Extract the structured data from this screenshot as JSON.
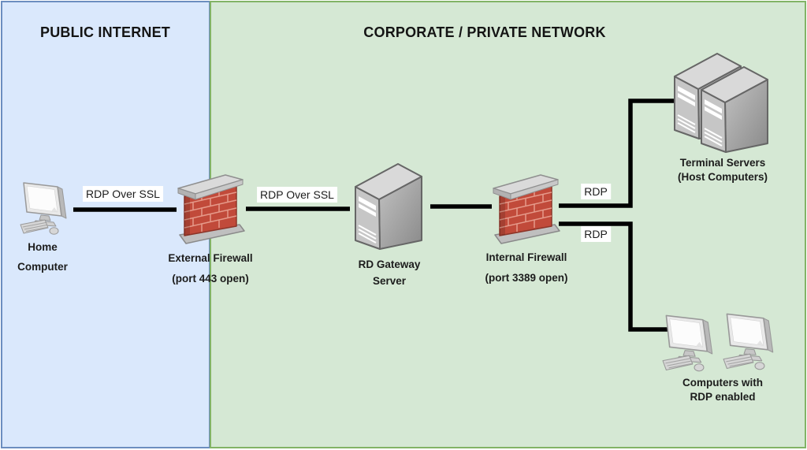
{
  "regions": {
    "public_internet": {
      "title": "PUBLIC INTERNET",
      "fill": "#dae8fc",
      "stroke": "#6c8ebf"
    },
    "corporate_network": {
      "title": "CORPORATE / PRIVATE NETWORK",
      "fill": "#d5e8d4",
      "stroke": "#82b366"
    }
  },
  "nodes": {
    "home_computer": {
      "label1": "Home",
      "label2": "Computer",
      "icon": "desktop-computer-icon"
    },
    "external_firewall": {
      "label1": "External Firewall",
      "label2": "(port 443 open)",
      "icon": "firewall-brick-wall-icon"
    },
    "rd_gateway_server": {
      "label1": "RD Gateway",
      "label2": "Server",
      "icon": "server-tower-icon"
    },
    "internal_firewall": {
      "label1": "Internal Firewall",
      "label2": "(port 3389 open)",
      "icon": "firewall-brick-wall-icon"
    },
    "terminal_servers": {
      "label1": "Terminal Servers",
      "label2": "(Host Computers)",
      "icon": "dual-server-towers-icon"
    },
    "rdp_computers": {
      "label1": "Computers with",
      "label2": "RDP enabled",
      "icon": "dual-desktop-computers-icon"
    }
  },
  "edges": {
    "home_to_external_firewall": {
      "label": "RDP Over SSL"
    },
    "external_firewall_to_rd_gateway": {
      "label": "RDP Over SSL"
    },
    "rd_gateway_to_internal_firewall": {
      "label": ""
    },
    "internal_firewall_to_terminal_servers": {
      "label": "RDP"
    },
    "internal_firewall_to_rdp_computers": {
      "label": "RDP"
    }
  },
  "colors": {
    "edge_line": "#000000",
    "edge_label_background": "#ffffff",
    "brick_red": "#c14a3a",
    "server_gray": "#b5b5b5",
    "text": "#1c1c1c"
  }
}
